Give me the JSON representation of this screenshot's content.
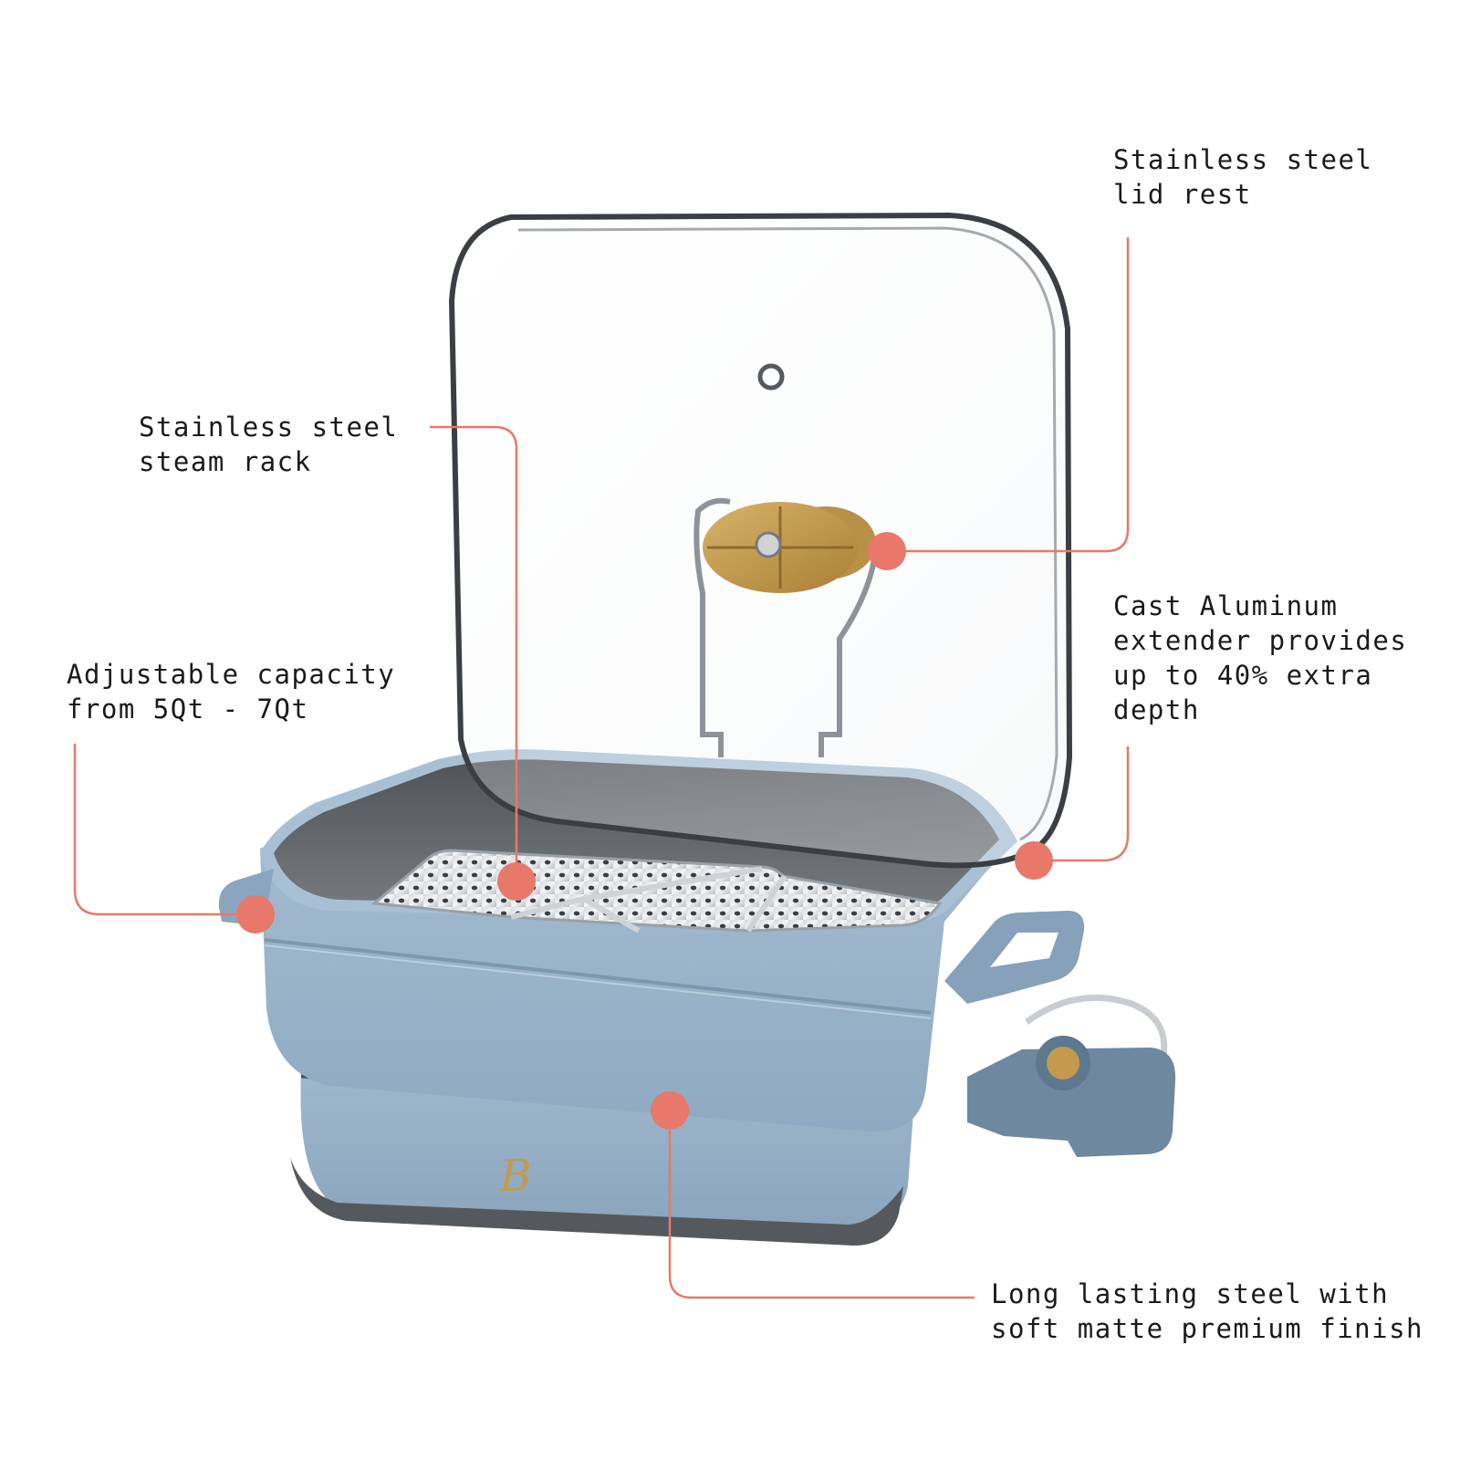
{
  "colors": {
    "accent": "#e8786a",
    "body": "#98b2c9",
    "body_shadow": "#7b97b0",
    "interior": "#5e6368",
    "brass": "#c49a4e"
  },
  "logo": {
    "mark": "B"
  },
  "callouts": {
    "lid_rest": {
      "line1": "Stainless steel",
      "line2": "lid rest"
    },
    "steam_rack": {
      "line1": "Stainless steel",
      "line2": "steam rack"
    },
    "capacity": {
      "line1": "Adjustable capacity",
      "line2": "from 5Qt - 7Qt"
    },
    "extender": {
      "line1": "Cast Aluminum",
      "line2": "extender provides",
      "line3": "up to 40% extra",
      "line4": "depth"
    },
    "finish": {
      "line1": "Long lasting steel with",
      "line2": "soft matte premium finish"
    }
  }
}
